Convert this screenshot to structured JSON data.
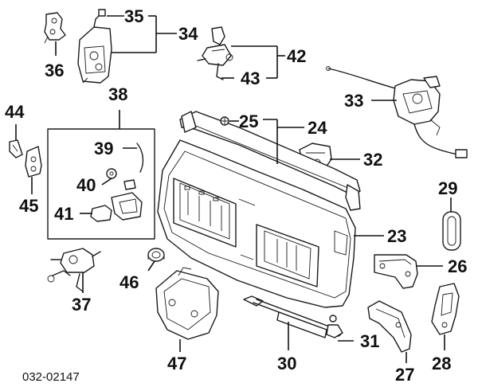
{
  "diagram": {
    "code": "032-02147",
    "labels": {
      "n23": "23",
      "n24": "24",
      "n25": "25",
      "n26": "26",
      "n27": "27",
      "n28": "28",
      "n29": "29",
      "n30": "30",
      "n31": "31",
      "n32": "32",
      "n33": "33",
      "n34": "34",
      "n35": "35",
      "n36": "36",
      "n37": "37",
      "n38": "38",
      "n39": "39",
      "n40": "40",
      "n41": "41",
      "n42": "42",
      "n43": "43",
      "n44": "44",
      "n45": "45",
      "n46": "46",
      "n47": "47"
    }
  }
}
